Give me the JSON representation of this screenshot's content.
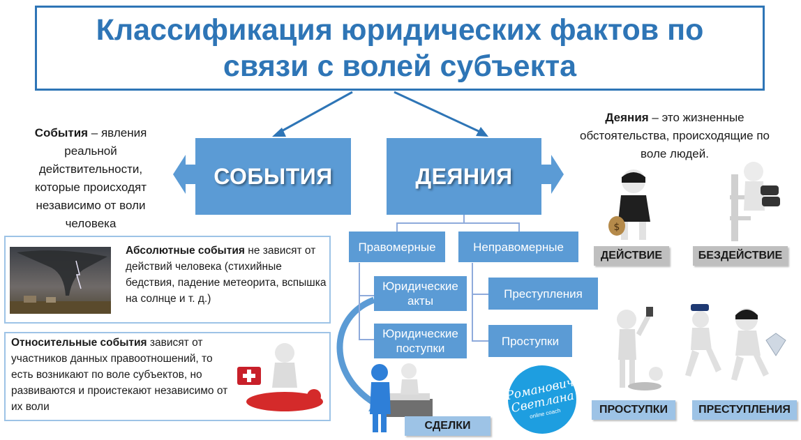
{
  "title": "Классификация юридических фактов по\nсвязи с волей субъекта",
  "events": {
    "label": "СОБЫТИЯ",
    "definition_term": "События",
    "definition_text": " – явления реальной действительности, которые происходят независимо от воли человека"
  },
  "deeds": {
    "label": "ДЕЯНИЯ",
    "definition_term": "Деяния",
    "definition_text": " – это  жизненные обстоятельства, происходящие по воле людей."
  },
  "lawful": {
    "label": "Правомерные",
    "children": [
      "Юридические\nакты",
      "Юридические\nпоступки"
    ]
  },
  "unlawful": {
    "label": "Неправомерные",
    "children": [
      "Преступления",
      "Проступки"
    ]
  },
  "absolute_events": {
    "term": "Абсолютные события",
    "text": " не зависят от действий человека (стихийные бедствия, падение метеорита, вспышка на солнце и т. д.)"
  },
  "relative_events": {
    "term": "Относительные события",
    "text": " зависят от участников данных правоотношений, то есть возникают по воле субъектов, но развиваются и проистекают независимо от их воли"
  },
  "image_labels": {
    "action": "ДЕЙСТВИЕ",
    "inaction": "БЕЗДЕЙСТВИЕ",
    "misdemeanors": "ПРОСТУПКИ",
    "crimes": "ПРЕСТУПЛЕНИЯ",
    "deals": "СДЕЛКИ"
  },
  "logo": {
    "line1": "Романович",
    "line2": "Светлана",
    "sub": "online coach"
  },
  "colors": {
    "title": "#2e75b6",
    "box": "#5b9bd5",
    "light_box": "#9dc3e6",
    "gray_label": "#bfbfbf"
  }
}
